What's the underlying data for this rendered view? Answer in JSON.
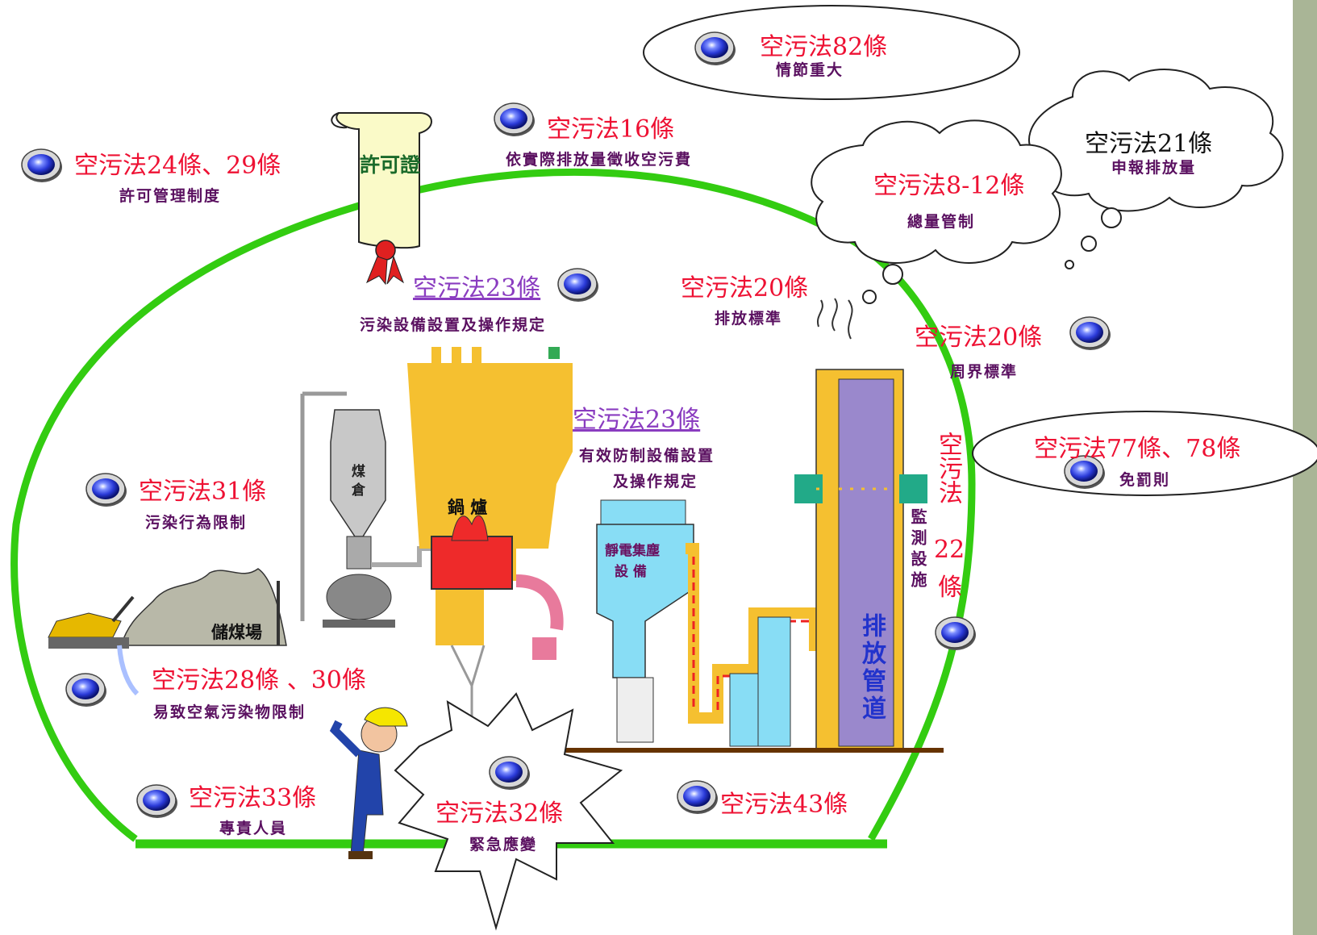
{
  "colors": {
    "boundary": "#33cc11",
    "law_text": "#ee1133",
    "desc_text": "#5a1060",
    "link_text": "#8a3cc0",
    "boiler": "#f5c030",
    "stack": "#9a88cc",
    "flue_arrow": "#ee2222",
    "side_bar": "#a9b596"
  },
  "icons": {
    "bullet": "blue-sphere-bullet",
    "scroll": "permit-scroll",
    "flame": "boiler-flame"
  },
  "labels": {
    "art82": {
      "law": "空污法82條",
      "desc": "情節重大"
    },
    "art16": {
      "law": "空污法16條",
      "desc": "依實際排放量徵收空污費"
    },
    "art21": {
      "law": "空污法21條",
      "desc": "申報排放量"
    },
    "art24": {
      "law": "空污法24條、29條",
      "desc": "許可管理制度"
    },
    "art8": {
      "law": "空污法8-12條",
      "desc": "總量管制"
    },
    "permit": "許可證",
    "art23a": {
      "law": "空污法23條",
      "desc": "污染設備設置及操作規定"
    },
    "art20a": {
      "law": "空污法20條",
      "desc": "排放標準"
    },
    "art20b": {
      "law": "空污法20條",
      "desc": "周界標準"
    },
    "art23b": {
      "law": "空污法23條",
      "desc1": "有效防制設備設置",
      "desc2": "及操作規定"
    },
    "art77": {
      "law": "空污法77條、78條",
      "desc": "免罰則"
    },
    "art31": {
      "law": "空污法31條",
      "desc": "污染行為限制"
    },
    "art22": {
      "law1": "空污法",
      "law2": "22",
      "law3": "條",
      "desc": "監測設施"
    },
    "art28": {
      "law": "空污法28條 、30條",
      "desc": "易致空氣污染物限制"
    },
    "art33": {
      "law": "空污法33條",
      "desc": "專責人員"
    },
    "art32": {
      "law": "空污法32條",
      "desc": "緊急應變"
    },
    "art43": {
      "law": "空污法43條"
    },
    "boiler": "鍋 爐",
    "coal_bin": "煤倉",
    "coal_yard": "儲煤場",
    "esp1": "靜電集塵",
    "esp2": "設  備",
    "stack": "排放管道"
  }
}
